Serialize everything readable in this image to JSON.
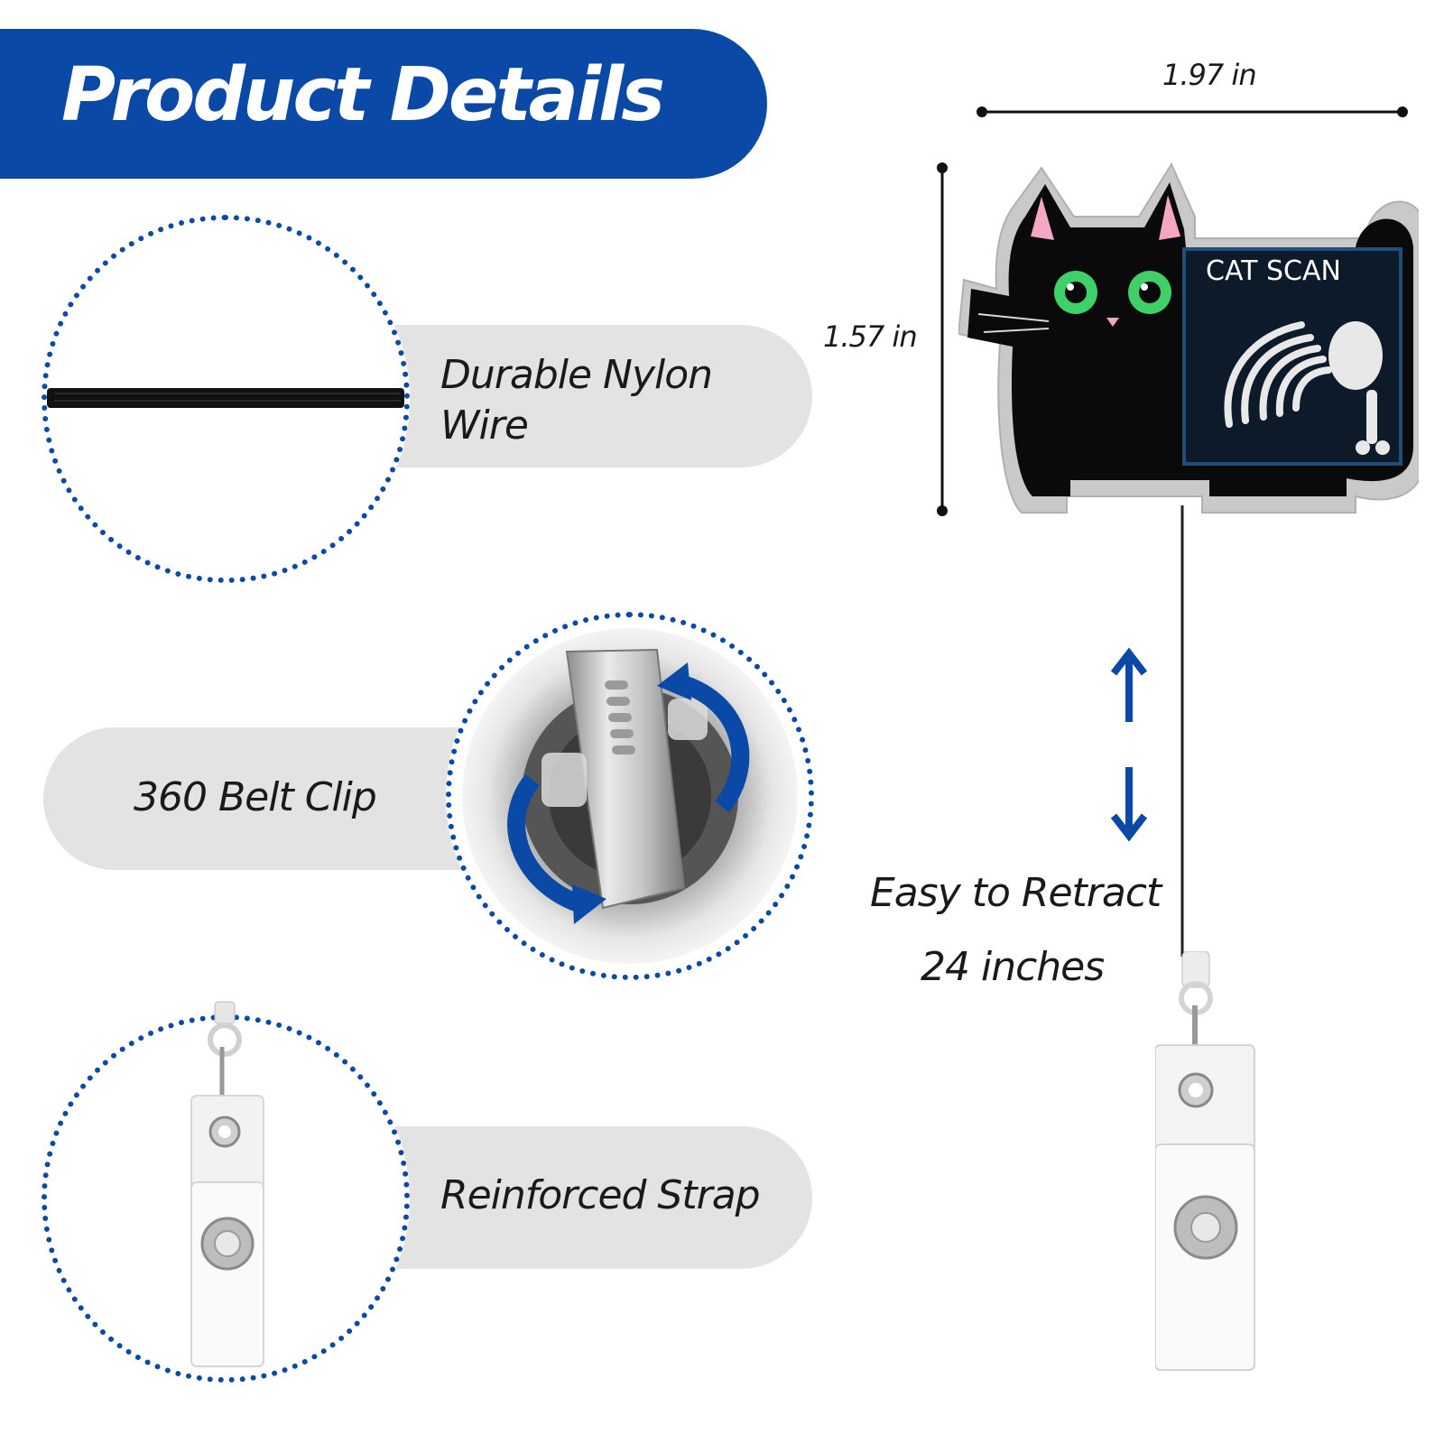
{
  "header": {
    "title": "Product Details"
  },
  "features": {
    "nylon_wire": {
      "line1": "Durable Nylon",
      "line2": "Wire"
    },
    "belt_clip": {
      "label": "360 Belt Clip"
    },
    "strap": {
      "label": "Reinforced Strap"
    }
  },
  "dimensions": {
    "width": "1.97 in",
    "height": "1.57 in"
  },
  "badge": {
    "print_text": "CAT SCAN"
  },
  "retract": {
    "line1": "Easy to Retract",
    "line2": "24 inches"
  },
  "colors": {
    "brand_blue": "#0b49a6",
    "pill_gray": "#e3e3e3",
    "text": "#1a1a1a"
  }
}
